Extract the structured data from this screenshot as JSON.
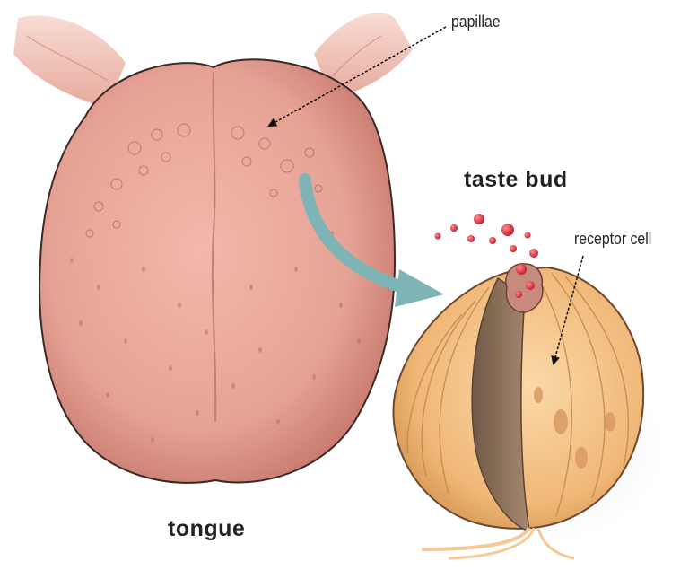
{
  "labels": {
    "papillae": "papillae",
    "taste_bud": "taste bud",
    "receptor_cell": "receptor cell",
    "tongue": "tongue"
  },
  "colors": {
    "tongue_fill": "#e0a093",
    "tongue_outline": "#3a2a28",
    "taste_bud_fill": "#f3c48f",
    "taste_bud_shadow": "#8a6a4e",
    "arrow_teal": "#7fb4b6",
    "molecules": "#d42b38"
  }
}
